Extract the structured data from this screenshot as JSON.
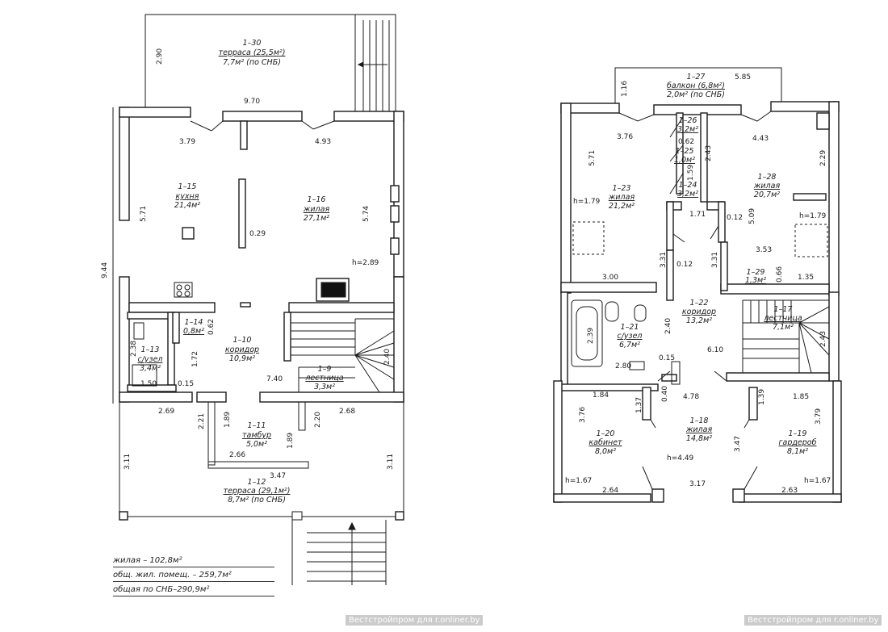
{
  "ground": {
    "dims": {
      "d290": "2.90",
      "d970": "9.70",
      "d379": "3.79",
      "d493": "4.93",
      "d571": "5.71",
      "d574": "5.74",
      "d944": "9.44",
      "d029": "0.29",
      "h289": "h=2.89",
      "d238": "2.38",
      "d172": "1.72",
      "d062": "0.62",
      "d150": "1.50",
      "d015": "0.15",
      "d740": "7.40",
      "d240": "2.40",
      "d269": "2.69",
      "d221": "2.21",
      "d189a": "1.89",
      "d220": "2.20",
      "d268": "2.68",
      "d189b": "1.89",
      "d266": "2.66",
      "d347": "3.47",
      "d311a": "3.11",
      "d311b": "3.11"
    },
    "rooms": [
      {
        "id": "1–30",
        "name": "терраса (25,5м²)",
        "area": "7,7м² (по СНБ)"
      },
      {
        "id": "1–15",
        "name": "кухня",
        "area": "21,4м²"
      },
      {
        "id": "1–16",
        "name": "жилая",
        "area": "27,1м²"
      },
      {
        "id": "1–14",
        "name": "",
        "area": "0,8м²"
      },
      {
        "id": "1–13",
        "name": "с/узел",
        "area": "3,4м²"
      },
      {
        "id": "1–10",
        "name": "коридор",
        "area": "10,9м²"
      },
      {
        "id": "1–9",
        "name": "лестница",
        "area": "3,3м²"
      },
      {
        "id": "1–11",
        "name": "тамбур",
        "area": "5,0м²"
      },
      {
        "id": "1–12",
        "name": "терраса (29,1м²)",
        "area": "8,7м² (по СНБ)"
      }
    ]
  },
  "upper": {
    "dims": {
      "d116": "1.16",
      "d585": "5.85",
      "d376": "3.76",
      "d062": "0.62",
      "d443": "4.43",
      "d571": "5.71",
      "d243a": "2.43",
      "d229": "2.29",
      "d159": "1.59",
      "h179a": "h=1.79",
      "h179b": "h=1.79",
      "d171": "1.71",
      "d012a": "0.12",
      "d509": "5.09",
      "d353": "3.53",
      "d331a": "3.31",
      "d012b": "0.12",
      "d331b": "3.31",
      "d300": "3.00",
      "d066": "0.66",
      "d135": "1.35",
      "d239": "2.39",
      "d240": "2.40",
      "d243b": "2.43",
      "d015": "0.15",
      "d610": "6.10",
      "d280": "2.80",
      "d184": "1.84",
      "d137": "1.37",
      "d040": "0.40",
      "d478": "4.78",
      "d139": "1.39",
      "d185": "1.85",
      "d376b": "3.76",
      "d379": "3.79",
      "d347": "3.47",
      "h449": "h=4.49",
      "h167a": "h=1.67",
      "h167b": "h=1.67",
      "d264": "2.64",
      "d317": "3.17",
      "d263": "2.63"
    },
    "rooms": [
      {
        "id": "1–27",
        "name": "балкон (6,8м²)",
        "area": "2,0м² (по СНБ)"
      },
      {
        "id": "1–26",
        "name": "",
        "area": "3,2м²"
      },
      {
        "id": "1–25",
        "name": "",
        "area": "1,0м²"
      },
      {
        "id": "1–24",
        "name": "",
        "area": "3,2м²"
      },
      {
        "id": "1–23",
        "name": "жилая",
        "area": "21,2м²"
      },
      {
        "id": "1–28",
        "name": "жилая",
        "area": "20,7м²"
      },
      {
        "id": "1–29",
        "name": "",
        "area": "1,3м²"
      },
      {
        "id": "1–22",
        "name": "коридор",
        "area": "13,2м²"
      },
      {
        "id": "1–21",
        "name": "с/узел",
        "area": "6,7м²"
      },
      {
        "id": "1–17",
        "name": "лестница",
        "area": "7,1м²"
      },
      {
        "id": "1–20",
        "name": "кабинет",
        "area": "8,0м²"
      },
      {
        "id": "1–18",
        "name": "жилая",
        "area": "14,8м²"
      },
      {
        "id": "1–19",
        "name": "гардероб",
        "area": "8,1м²"
      }
    ]
  },
  "summary": {
    "living": "жилая – 102,8м²",
    "total_living": "общ. жил. помещ. – 259,7м²",
    "total_snb": "общая по СНБ–290,9м²"
  },
  "watermark": "Вестстройпром для r.onliner.by",
  "colors": {
    "line": "#1a1a1a",
    "wall_fill": "#ffffff",
    "bg": "#ffffff"
  }
}
